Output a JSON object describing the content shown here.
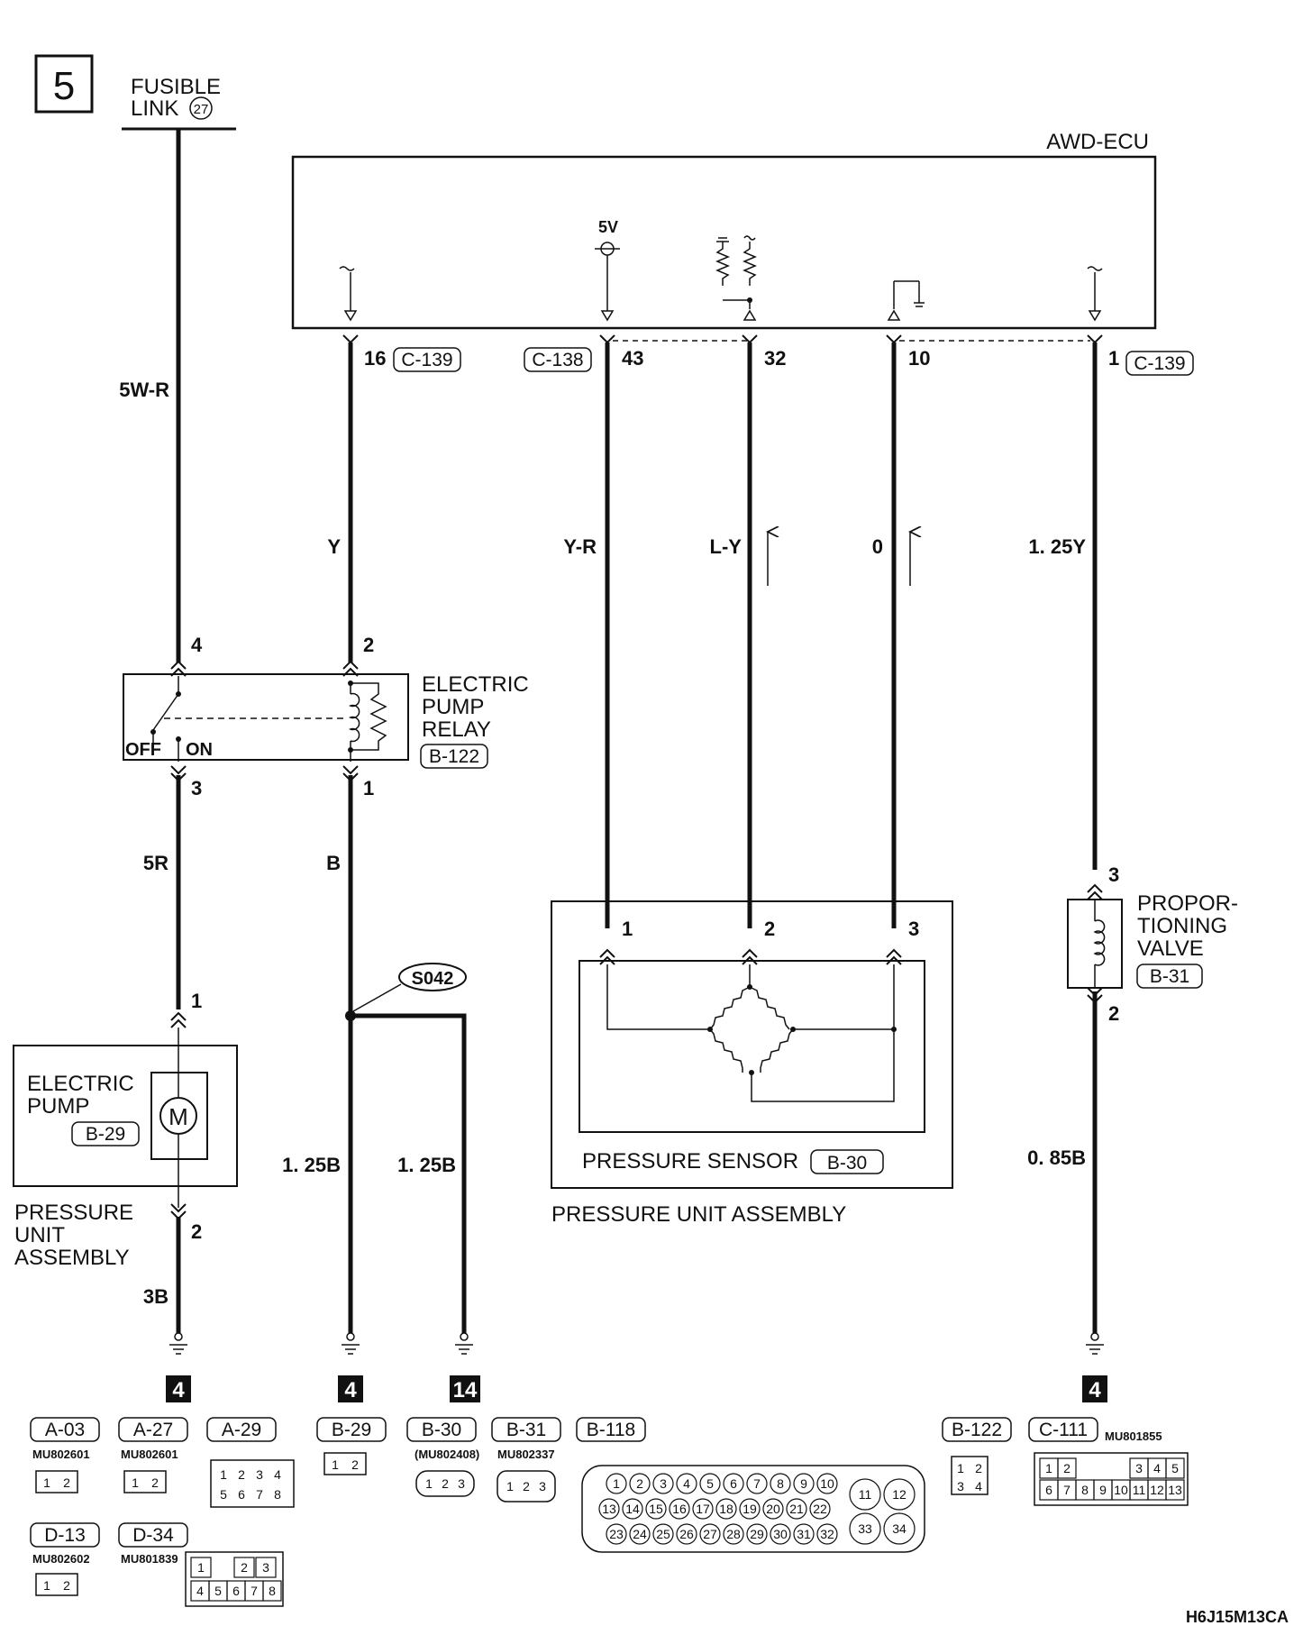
{
  "page_number": "5",
  "fusible_link": {
    "line1": "FUSIBLE",
    "line2": "LINK",
    "number": "27"
  },
  "ecu": {
    "title": "AWD-ECU",
    "voltage": "5V"
  },
  "ecu_pins": [
    {
      "pin": "16",
      "connector": "C-139"
    },
    {
      "pin": "43",
      "connector": "C-138"
    },
    {
      "pin": "32"
    },
    {
      "pin": "10"
    },
    {
      "pin": "1",
      "connector": "C-139"
    }
  ],
  "wire_colors": {
    "fusible": "5W-R",
    "relay_coil": "Y",
    "sensor_1": "Y-R",
    "sensor_2": "L-Y",
    "sensor_3": "0",
    "valve": "1. 25Y",
    "pump_supply": "5R",
    "relay_ground": "B",
    "ground_a": "1. 25B",
    "ground_b": "1. 25B",
    "pump_ground": "3B",
    "valve_ground": "0. 85B"
  },
  "relay": {
    "name_lines": [
      "ELECTRIC",
      "PUMP",
      "RELAY"
    ],
    "code": "B-122",
    "pins": [
      "4",
      "2",
      "3",
      "1"
    ],
    "off_label": "OFF",
    "on_label": "ON"
  },
  "pump": {
    "name_lines": [
      "ELECTRIC",
      "PUMP"
    ],
    "code": "B-29",
    "motor": "M",
    "pins": [
      "1",
      "2"
    ],
    "assembly_lines": [
      "PRESSURE",
      "UNIT",
      "ASSEMBLY"
    ]
  },
  "splice": "S042",
  "sensor": {
    "pins": [
      "1",
      "2",
      "3"
    ],
    "name": "PRESSURE SENSOR",
    "code": "B-30",
    "assembly": "PRESSURE UNIT ASSEMBLY"
  },
  "valve": {
    "name_lines": [
      "PROPOR-",
      "TIONING",
      "VALVE"
    ],
    "code": "B-31",
    "pins": [
      "3",
      "2"
    ]
  },
  "ground_numbers": [
    "4",
    "4",
    "14",
    "4"
  ],
  "connectors": [
    {
      "code": "A-03",
      "part": "MU802601",
      "cells": [
        "1",
        "2"
      ]
    },
    {
      "code": "A-27",
      "part": "MU802601",
      "cells": [
        "1",
        "2"
      ]
    },
    {
      "code": "A-29",
      "cells_top": [
        "1",
        "2",
        "3",
        "4"
      ],
      "cells_bottom": [
        "5",
        "6",
        "7",
        "8"
      ]
    },
    {
      "code": "B-29",
      "cells": [
        "1",
        "2"
      ]
    },
    {
      "code": "B-30",
      "part": "(MU802408)",
      "cells": [
        "1",
        "2",
        "3"
      ]
    },
    {
      "code": "B-31",
      "part": "MU802337",
      "cells": [
        "1",
        "2",
        "3"
      ]
    },
    {
      "code": "B-118",
      "row1": [
        "1",
        "2",
        "3",
        "4",
        "5",
        "6",
        "7",
        "8",
        "9",
        "10"
      ],
      "row2": [
        "13",
        "14",
        "15",
        "16",
        "17",
        "18",
        "19",
        "20",
        "21",
        "22"
      ],
      "row3": [
        "23",
        "24",
        "25",
        "26",
        "27",
        "28",
        "29",
        "30",
        "31",
        "32"
      ],
      "big": [
        "11",
        "12",
        "33",
        "34"
      ]
    },
    {
      "code": "B-122",
      "cells_top": [
        "1",
        "2"
      ],
      "cells_bottom": [
        "3",
        "4"
      ]
    },
    {
      "code": "C-111",
      "part": "MU801855",
      "cells_top": [
        "1",
        "2",
        "",
        "",
        "",
        "3",
        "4",
        "5"
      ],
      "cells_bottom": [
        "6",
        "7",
        "8",
        "9",
        "10",
        "11",
        "12",
        "13"
      ]
    },
    {
      "code": "D-13",
      "part": "MU802602",
      "cells": [
        "1",
        "2"
      ]
    },
    {
      "code": "D-34",
      "part": "MU801839",
      "cells_top": [
        "1",
        "",
        "2",
        "3"
      ],
      "cells_bottom": [
        "4",
        "5",
        "6",
        "7",
        "8"
      ]
    }
  ],
  "footer_code": "H6J15M13CA"
}
